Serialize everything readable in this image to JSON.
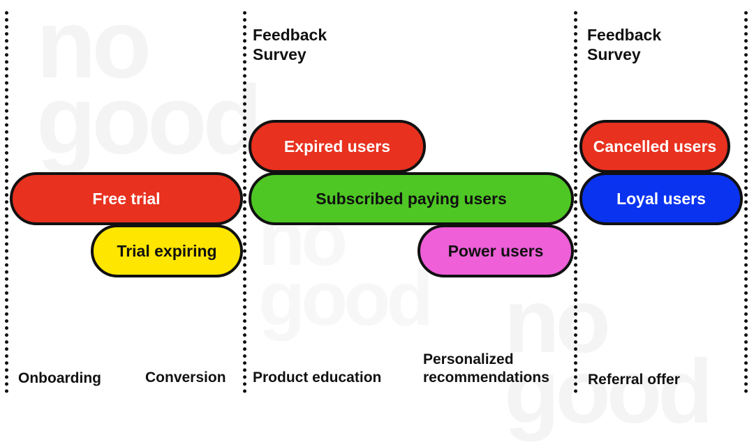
{
  "watermark": {
    "text": "no\ngood"
  },
  "headers": [
    {
      "id": "feedback-survey-1",
      "text": "Feedback\nSurvey"
    },
    {
      "id": "feedback-survey-2",
      "text": "Feedback\nSurvey"
    }
  ],
  "pills": [
    {
      "id": "free-trial",
      "label": "Free trial",
      "color": "#e8311f"
    },
    {
      "id": "trial-expiring",
      "label": "Trial expiring",
      "color": "#ffe600"
    },
    {
      "id": "expired-users",
      "label": "Expired users",
      "color": "#e8311f"
    },
    {
      "id": "subscribed-paying-users",
      "label": "Subscribed paying users",
      "color": "#4ec724"
    },
    {
      "id": "power-users",
      "label": "Power users",
      "color": "#ee5fd8"
    },
    {
      "id": "cancelled-users",
      "label": "Cancelled users",
      "color": "#e8311f"
    },
    {
      "id": "loyal-users",
      "label": "Loyal users",
      "color": "#0a33f0"
    }
  ],
  "footers": [
    {
      "id": "onboarding",
      "text": "Onboarding"
    },
    {
      "id": "conversion",
      "text": "Conversion"
    },
    {
      "id": "product-education",
      "text": "Product education"
    },
    {
      "id": "personalized-recommendations",
      "text": "Personalized\nrecommendations"
    },
    {
      "id": "referral-offer",
      "text": "Referral offer"
    }
  ]
}
